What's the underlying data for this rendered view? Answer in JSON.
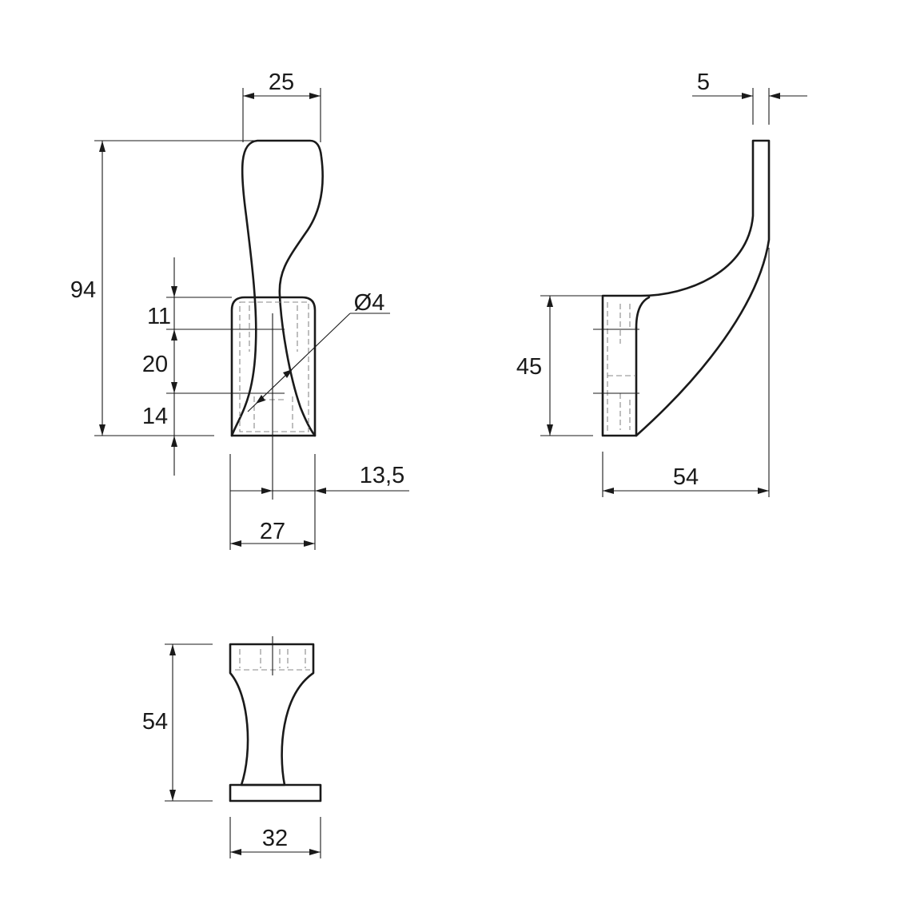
{
  "dimensions": {
    "front_width_top": "25",
    "front_height": "94",
    "front_hole_dim_1": "11",
    "front_hole_dim_2": "20",
    "front_hole_dim_3": "14",
    "hole_diameter": "Ø4",
    "hole_offset": "13,5",
    "base_width": "27",
    "side_thickness": "5",
    "side_base_height": "45",
    "side_depth": "54",
    "top_depth": "54",
    "top_width": "32"
  }
}
